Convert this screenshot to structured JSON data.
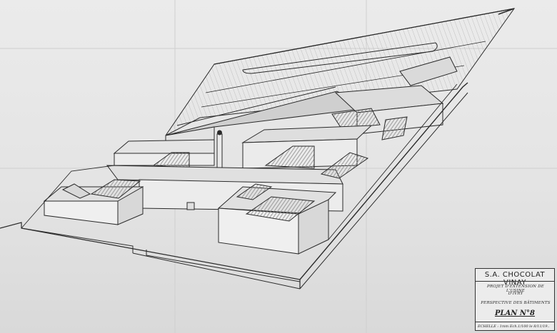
{
  "document": {
    "type": "architectural perspective drawing",
    "paper_color": "#e6e6e6",
    "ink_color": "#2a2a2a",
    "shade_color": "#9a9a9a"
  },
  "title_block": {
    "company": "S.A. CHOCOLAT VINAY",
    "project_line1": "PROJET D'EXTENSION DE L'USINE",
    "project_line2": "D'IVRY",
    "subject": "PERSPECTIVE DES BÂTIMENTS",
    "plan_number": "PLAN N°8",
    "scale_line": "ÉCHELLE : 1mm    Ech.1/100    le 8/11/19.."
  }
}
